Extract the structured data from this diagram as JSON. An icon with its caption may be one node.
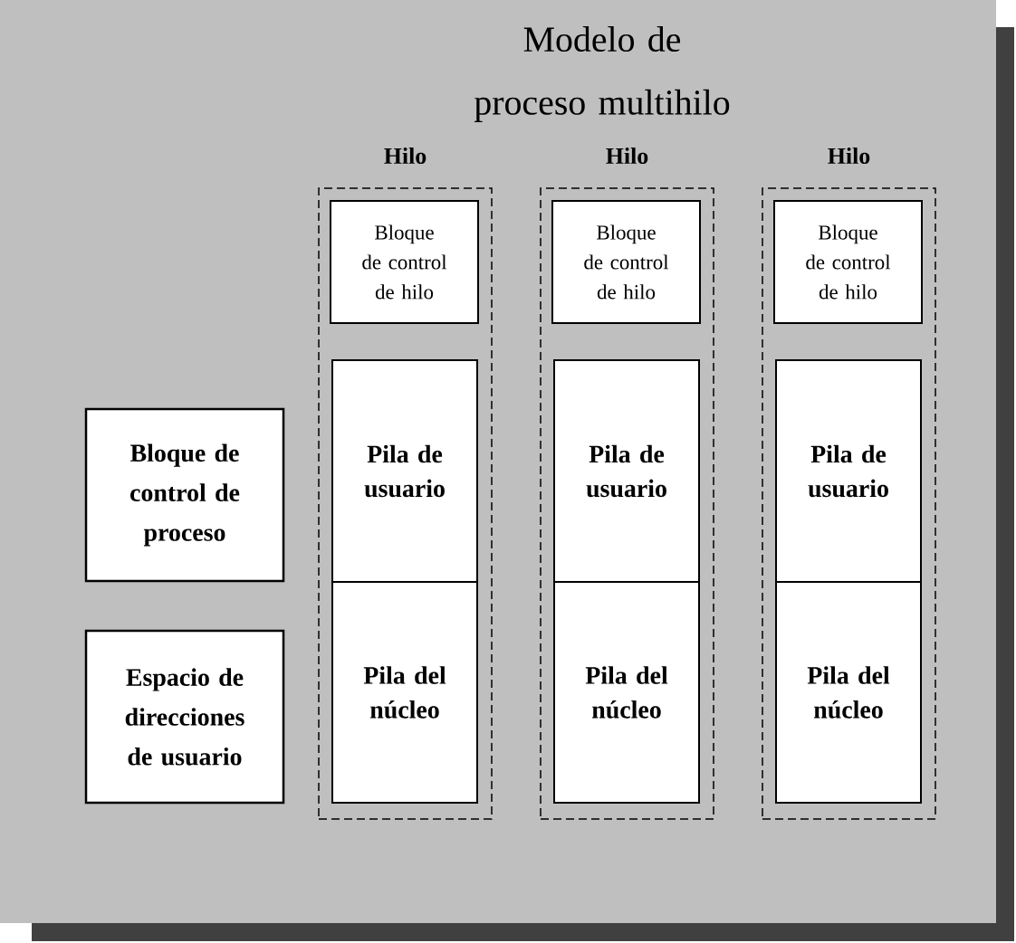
{
  "diagram": {
    "title": "Modelo de proceso multihilo",
    "nodes": [
      {
        "text": [
          "Hilo"
        ]
      },
      {
        "text": [
          "Bloque de control de hilo"
        ],
        "in": 0
      },
      {
        "text": [
          "Pila de usuario"
        ],
        "in": 0
      },
      {
        "text": [
          "Pila del núcleo"
        ],
        "in": 0
      },
      {
        "text": [
          "Hilo"
        ]
      },
      {
        "text": [
          "Bloque de control de hilo"
        ],
        "in": 4
      },
      {
        "text": [
          "Pila de usuario"
        ],
        "in": 4
      },
      {
        "text": [
          "Pila del núcleo"
        ],
        "in": 4
      },
      {
        "text": [
          "Hilo"
        ]
      },
      {
        "text": [
          "Bloque de control de hilo"
        ],
        "in": 8
      },
      {
        "text": [
          "Pila de usuario"
        ],
        "in": 8
      },
      {
        "text": [
          "Pila del núcleo"
        ],
        "in": 8
      },
      {
        "text": [
          "Bloque de control de proceso"
        ]
      },
      {
        "text": [
          "Espacio de direcciones de usuario"
        ]
      }
    ]
  }
}
